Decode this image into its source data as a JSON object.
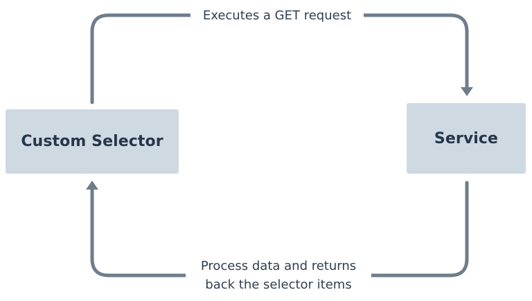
{
  "nodes": {
    "custom_selector": "Custom Selector",
    "service": "Service"
  },
  "edges": {
    "request": "Executes a GET request",
    "response_line1": "Process data and returns",
    "response_line2": "back the selector items"
  },
  "colors": {
    "node_fill": "#cfd9e2",
    "node_text": "#25374a",
    "connector": "#6e7d8c",
    "label_text": "#2f3f50"
  }
}
